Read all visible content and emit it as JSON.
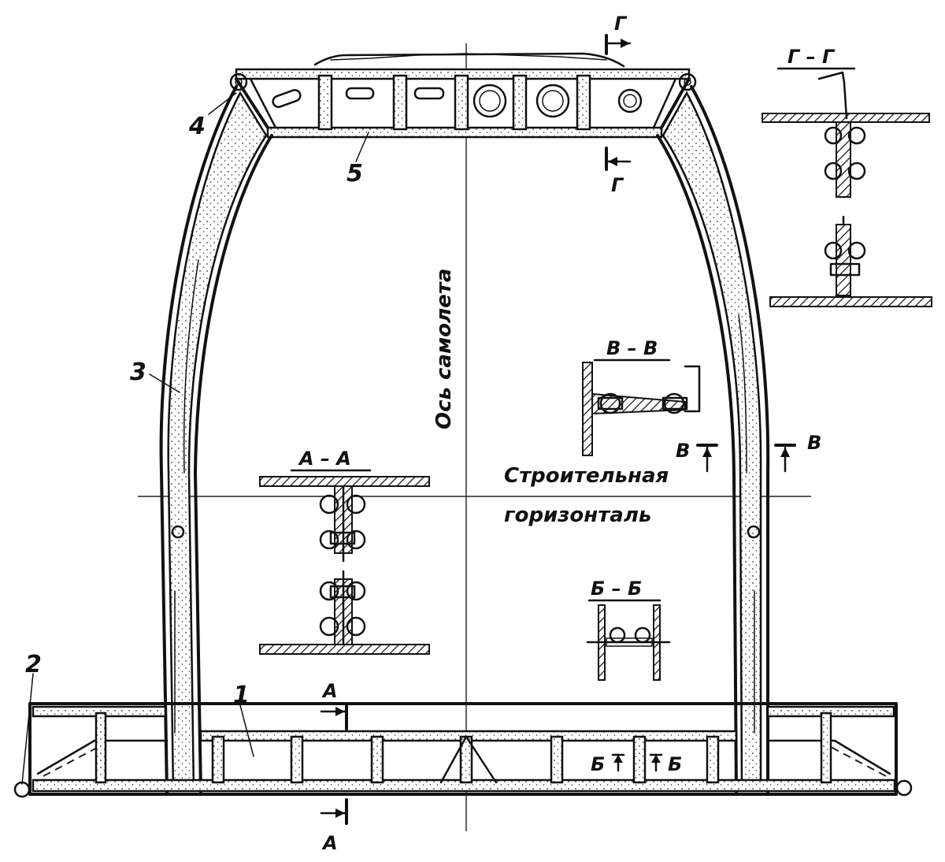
{
  "labels": {
    "part_1": "1",
    "part_2": "2",
    "part_3": "3",
    "part_4": "4",
    "part_5": "5"
  },
  "axes": {
    "aircraft_axis": "Ось самолета",
    "construction_horizontal_line1": "Строительная",
    "construction_horizontal_line2": "горизонталь"
  },
  "sections": {
    "a_title": "А – А",
    "b_title": "Б – Б",
    "v_title": "В – В",
    "g_title": "Г – Г",
    "a_mark": "А",
    "b_mark": "Б",
    "v_mark": "В",
    "g_mark": "Г"
  }
}
